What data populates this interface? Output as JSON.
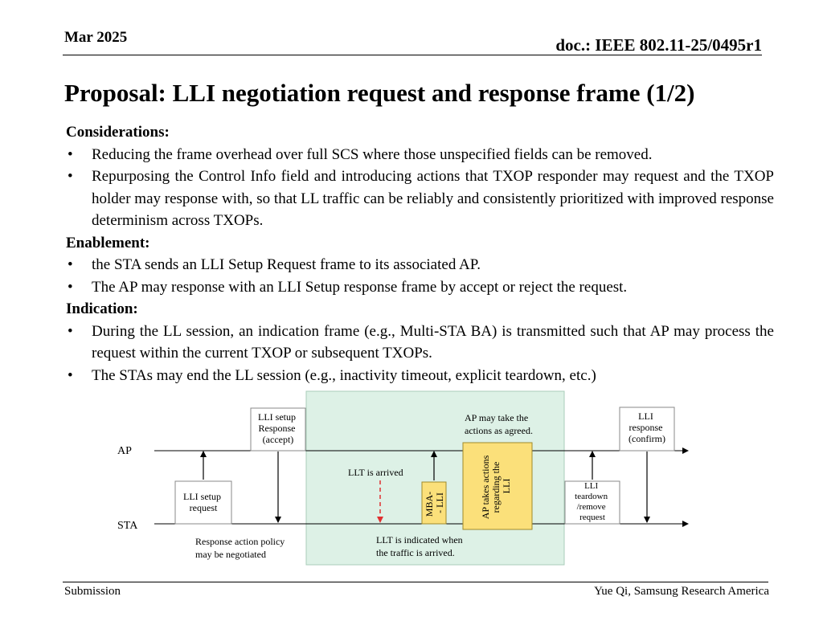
{
  "header": {
    "date": "Mar 2025",
    "doc_id": "doc.: IEEE 802.11-25/0495r1"
  },
  "title": "Proposal: LLI negotiation request and response frame (1/2)",
  "sections": {
    "considerations": {
      "heading": "Considerations:",
      "bullets": [
        "Reducing the frame overhead over full SCS where those unspecified fields can be removed.",
        "Repurposing the Control Info field and introducing actions that TXOP responder may request and the TXOP holder may response with, so that LL traffic can be reliably and consistently prioritized with improved response determinism across TXOPs."
      ]
    },
    "enablement": {
      "heading": "Enablement:",
      "bullets": [
        "the STA sends an LLI Setup Request frame to its associated AP.",
        "The AP may response with an LLI Setup response frame by accept or reject the request."
      ]
    },
    "indication": {
      "heading": "Indication:",
      "bullets": [
        "During the LL session, an indication frame (e.g., Multi-STA BA) is transmitted such that AP may process the request within the current TXOP or subsequent TXOPs.",
        "The STAs may end the LL session (e.g., inactivity timeout, explicit teardown, etc.)"
      ]
    }
  },
  "diagram": {
    "ap_label": "AP",
    "sta_label": "STA",
    "setup_request": [
      "LLI setup",
      "request"
    ],
    "setup_response": [
      "LLI setup",
      "Response",
      "(accept)"
    ],
    "response_policy": [
      "Response action policy",
      "may be negotiated"
    ],
    "ap_may_take": [
      "AP may take the",
      "actions as agreed."
    ],
    "llt_arrived": "LLT is arrived",
    "mba_lli": [
      "MBA-",
      "- LLI"
    ],
    "ap_takes_actions": [
      "AP takes actions",
      "regarding the",
      "LLI"
    ],
    "llt_indicated": [
      "LLT is indicated when",
      "the traffic is arrived."
    ],
    "teardown": [
      "LLI",
      "teardown",
      "/remove",
      "request"
    ],
    "response_confirm": [
      "LLI",
      "response",
      "(confirm)"
    ],
    "colors": {
      "session_fill": "#ddf1e6",
      "session_border": "#a9cdb9",
      "action_fill": "#fbe07a",
      "action_border": "#a08a2a",
      "dashed_arrow": "#e03030"
    }
  },
  "footer": {
    "left": "Submission",
    "right": "Yue Qi, Samsung Research America"
  }
}
